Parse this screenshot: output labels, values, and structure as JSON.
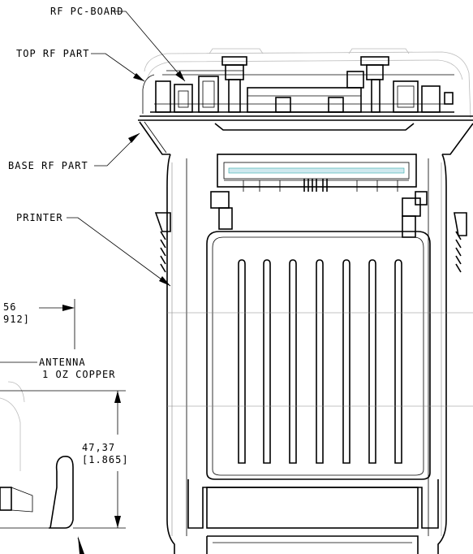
{
  "callouts": {
    "rf_pc_board": "RF PC-BOARD",
    "top_rf_part": "TOP RF PART",
    "base_rf_part": "BASE RF PART",
    "printer": "PRINTER",
    "antenna_line1": "ANTENNA",
    "antenna_line2": "1 OZ COPPER"
  },
  "dimensions": {
    "left_partial_1": "56",
    "left_partial_2": "912]",
    "height_mm": "47,37",
    "height_in": "[1.865]"
  }
}
